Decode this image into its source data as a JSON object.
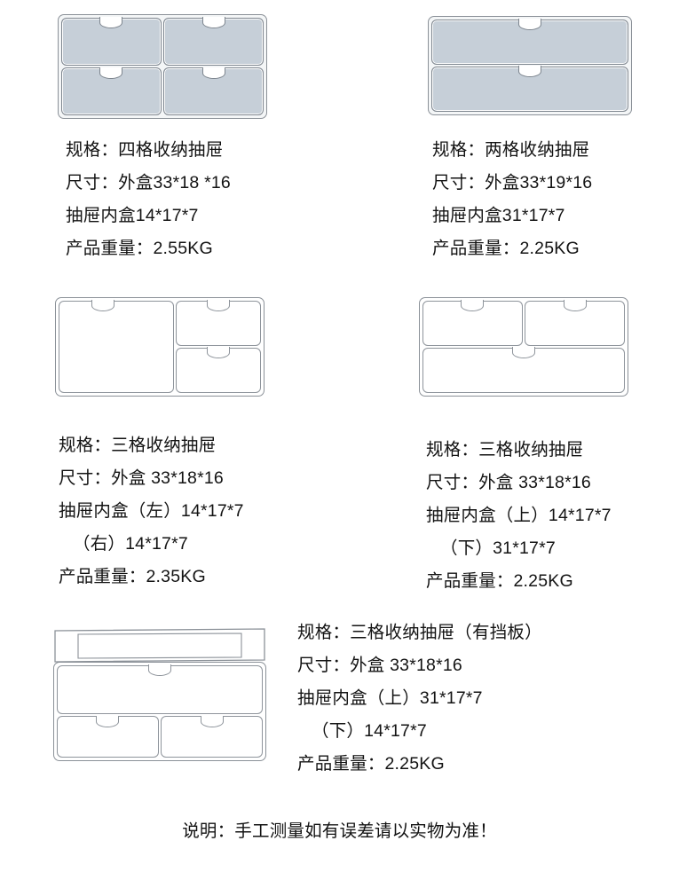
{
  "page": {
    "footer_note": "说明：手工测量如有误差请以实物为准！",
    "colors": {
      "drawer_fill": "#c6cfd8",
      "outline": "#8b9198",
      "text": "#131313"
    }
  },
  "products": [
    {
      "id": "four-grid",
      "diagram": {
        "name": "four-grid-drawer-diagram",
        "drawers": 4,
        "filled": true
      },
      "lines": [
        "规格：四格收纳抽屉",
        "尺寸：外盒33*18 *16",
        "抽屉内盒14*17*7",
        "产品重量：2.55KG"
      ]
    },
    {
      "id": "two-grid",
      "diagram": {
        "name": "two-grid-drawer-diagram",
        "drawers": 2,
        "filled": true
      },
      "lines": [
        "规格：两格收纳抽屉",
        "尺寸：外盒33*19*16",
        "抽屉内盒31*17*7",
        "产品重量：2.25KG"
      ]
    },
    {
      "id": "three-grid-left-right",
      "diagram": {
        "name": "three-grid-left-tall-drawer-diagram",
        "drawers": 3,
        "filled": false
      },
      "lines": [
        "规格：三格收纳抽屉",
        "尺寸：外盒 33*18*16",
        "抽屉内盒（左）14*17*7",
        "（右）14*17*7",
        "产品重量：2.35KG"
      ]
    },
    {
      "id": "three-grid-top-bottom",
      "diagram": {
        "name": "three-grid-two-top-one-bottom-drawer-diagram",
        "drawers": 3,
        "filled": false
      },
      "lines": [
        "规格：三格收纳抽屉",
        "尺寸：外盒 33*18*16",
        "抽屉内盒（上）14*17*7",
        "（下）31*17*7",
        "产品重量：2.25KG"
      ]
    },
    {
      "id": "three-grid-with-baffle",
      "diagram": {
        "name": "three-grid-with-baffle-drawer-diagram",
        "drawers": 3,
        "filled": false
      },
      "lines": [
        "规格：三格收纳抽屉（有挡板）",
        "尺寸：外盒 33*18*16",
        "抽屉内盒（上）31*17*7",
        "（下）14*17*7",
        "产品重量：2.25KG"
      ]
    }
  ]
}
